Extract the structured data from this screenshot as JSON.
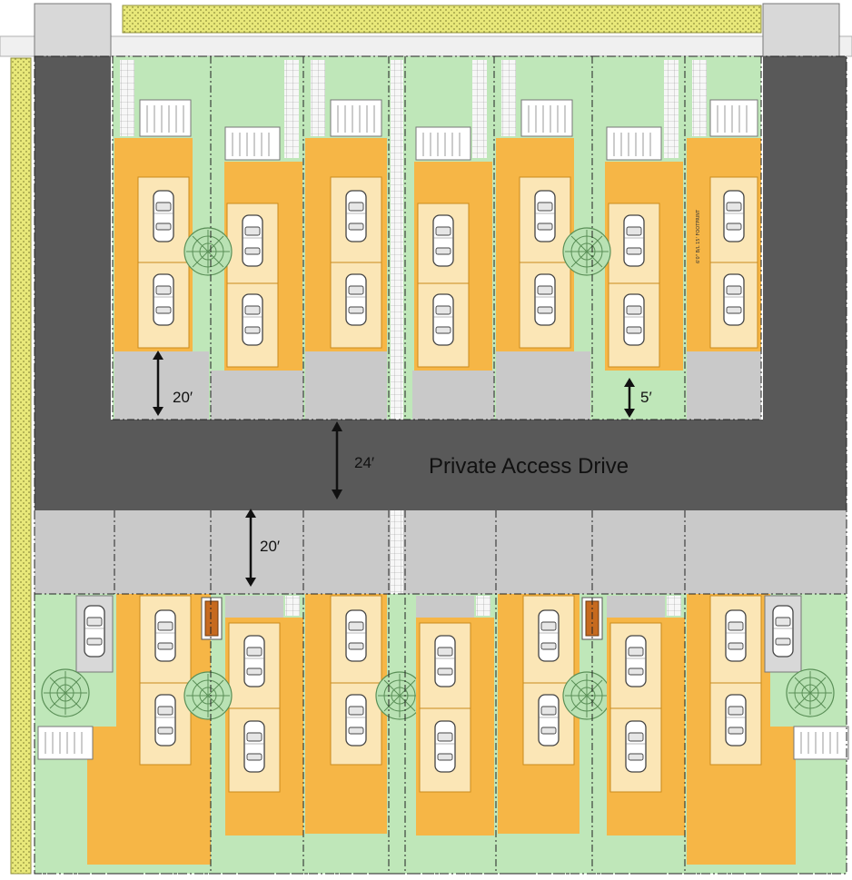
{
  "labels": {
    "drive_name": "Private Access Drive",
    "drive_width": "24′",
    "north_apron_depth": "20′",
    "south_apron_depth": "20′",
    "setback": "5′",
    "lot_note": "6'0\" B/L 15' FOOTPRINT"
  },
  "colors": {
    "paving": "#595959",
    "apron": "#c9c9c9",
    "building": "#f6b646",
    "garage_pad": "#fbe6b6",
    "lawn": "#bfe7b9",
    "perimeter_strip": "#e8e87a",
    "sidewalk": "#f2f2f2",
    "tree": "#9fd39a",
    "lot_line": "#222222"
  },
  "units": {
    "north_row_count": 7,
    "south_row_count": 7,
    "parking_per_unit": 2
  }
}
